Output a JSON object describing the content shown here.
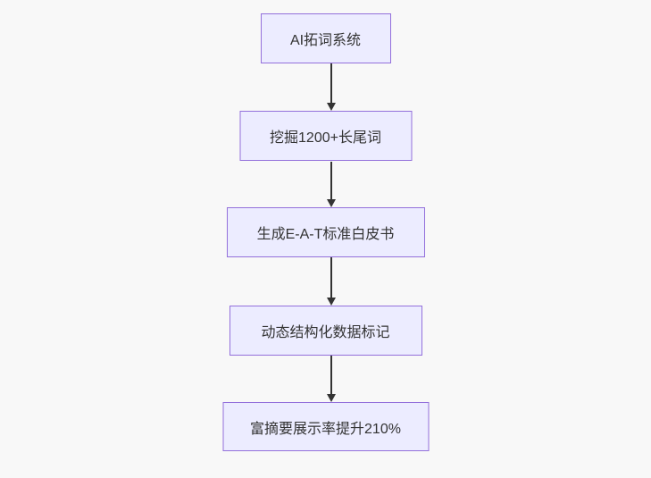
{
  "diagram": {
    "type": "flowchart",
    "direction": "top-down",
    "background_color": "#f8f8f8",
    "node_fill_color": "#ECECFF",
    "node_border_color": "#9370DB",
    "node_text_color": "#333333",
    "arrow_color": "#333333",
    "nodes": [
      {
        "id": "n1",
        "label": "AI拓词系统"
      },
      {
        "id": "n2",
        "label": "挖掘1200+长尾词"
      },
      {
        "id": "n3",
        "label": "生成E-A-T标准白皮书"
      },
      {
        "id": "n4",
        "label": "动态结构化数据标记"
      },
      {
        "id": "n5",
        "label": "富摘要展示率提升210%"
      }
    ],
    "edges": [
      {
        "from": "n1",
        "to": "n2"
      },
      {
        "from": "n2",
        "to": "n3"
      },
      {
        "from": "n3",
        "to": "n4"
      },
      {
        "from": "n4",
        "to": "n5"
      }
    ]
  }
}
